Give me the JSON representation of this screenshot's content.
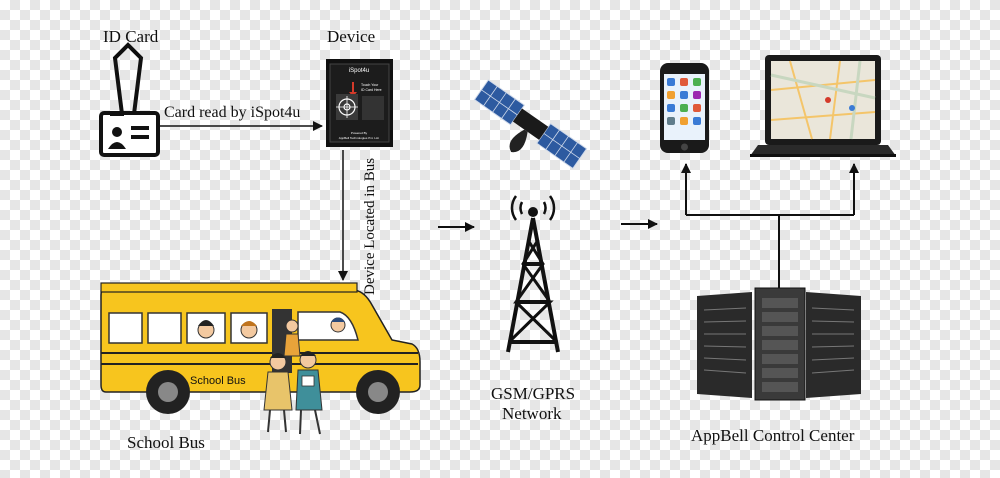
{
  "labels": {
    "id_card": "ID Card",
    "device": "Device",
    "card_read": "Card read by iSpot4u",
    "device_located": "Device Located in Bus",
    "school_bus": "School Bus",
    "gsm_line1": "GSM/GPRS",
    "gsm_line2": "Network",
    "control_center": "AppBell Control Center"
  },
  "device_screen": {
    "brand": "iSpot4u",
    "prompt_line1": "Touch Your",
    "prompt_line2": "ID Card Here",
    "footer_line1": "Powered By",
    "footer_line2": "AppBell Technologies Pvt. Ltd."
  },
  "bus": {
    "side_text": "School  Bus"
  },
  "colors": {
    "bus_yellow": "#f7c51e",
    "arrow": "#111111",
    "device_red": "#d43a2a",
    "server_dark": "#2a2a2a"
  },
  "icons": [
    "id-card-icon",
    "ispot-device-icon",
    "satellite-icon",
    "tower-icon",
    "smartphone-icon",
    "laptop-icon",
    "server-rack-icon",
    "school-bus-icon"
  ]
}
